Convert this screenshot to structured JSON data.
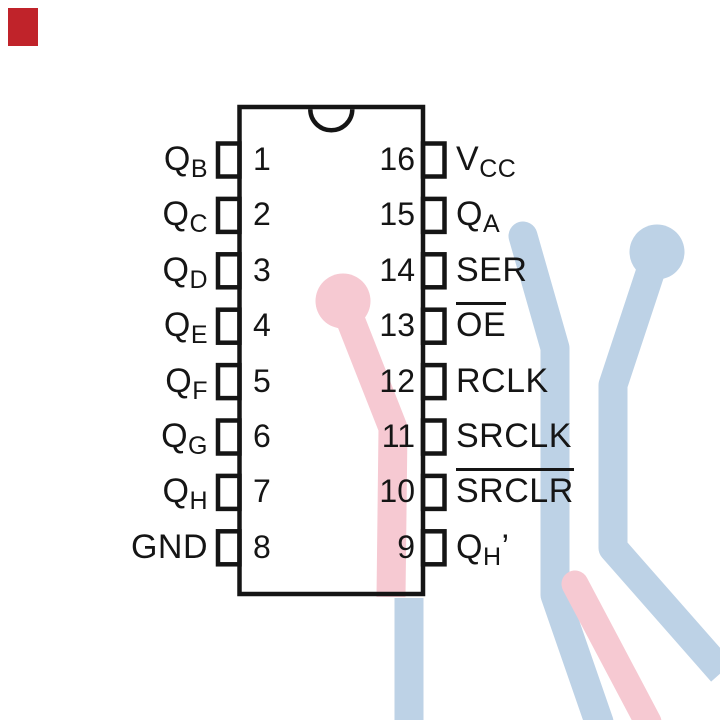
{
  "figure": {
    "kind": "ic-pinout-diagram",
    "package_pins": "16"
  },
  "pins": {
    "left": [
      {
        "number": "1",
        "label_main": "Q",
        "label_sub": "B"
      },
      {
        "number": "2",
        "label_main": "Q",
        "label_sub": "C"
      },
      {
        "number": "3",
        "label_main": "Q",
        "label_sub": "D"
      },
      {
        "number": "4",
        "label_main": "Q",
        "label_sub": "E"
      },
      {
        "number": "5",
        "label_main": "Q",
        "label_sub": "F"
      },
      {
        "number": "6",
        "label_main": "Q",
        "label_sub": "G"
      },
      {
        "number": "7",
        "label_main": "Q",
        "label_sub": "H"
      },
      {
        "number": "8",
        "label_main": "GND"
      }
    ],
    "right": [
      {
        "number": "16",
        "label_main": "V",
        "label_sub": "CC"
      },
      {
        "number": "15",
        "label_main": "Q",
        "label_sub": "A"
      },
      {
        "number": "14",
        "label_main": "SER"
      },
      {
        "number": "13",
        "label_main": "OE",
        "active_low": true
      },
      {
        "number": "12",
        "label_main": "RCLK"
      },
      {
        "number": "11",
        "label_main": "SRCLK"
      },
      {
        "number": "10",
        "label_main": "SRCLR",
        "active_low": true
      },
      {
        "number": "9",
        "label_main": "Q",
        "label_sub": "H",
        "label_suffix": "’"
      }
    ]
  },
  "colors": {
    "line": "#151515",
    "background": "#ffffff",
    "corner_red": "#c0232a",
    "trace_pink": "#f6c9d2",
    "trace_blue": "#bdd2e6"
  }
}
